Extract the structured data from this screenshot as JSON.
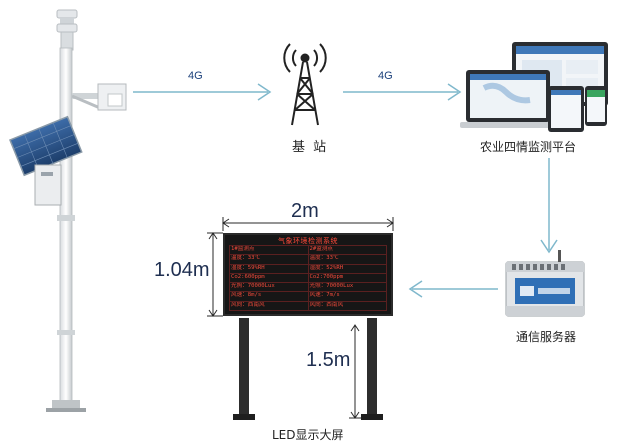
{
  "diagram": {
    "links": {
      "station_to_base": "4G",
      "base_to_platform": "4G"
    },
    "nodes": {
      "base_station": "基 站",
      "platform": "农业四情监测平台",
      "server": "通信服务器",
      "led_screen": "LED显示大屏"
    },
    "dimensions": {
      "width": "2m",
      "height": "1.04m",
      "pole": "1.5m"
    },
    "led": {
      "title": "气象环境检测系统",
      "cells": [
        "1#监测点",
        "2#监测点",
        "温度：33℃",
        "温度：33℃",
        "湿度：59%RH",
        "湿度：52%RH",
        "Co2:600ppm",
        "Co2:700ppm",
        "光照：70000Lux",
        "光照：70000Lux",
        "风速：8m/s",
        "风速：7m/s",
        "风向：西南风",
        "风向：西南风"
      ]
    },
    "colors": {
      "arrow": "#7fb8cc",
      "dimension": "#2a2a2a",
      "led_text": "#e03b2e"
    }
  }
}
